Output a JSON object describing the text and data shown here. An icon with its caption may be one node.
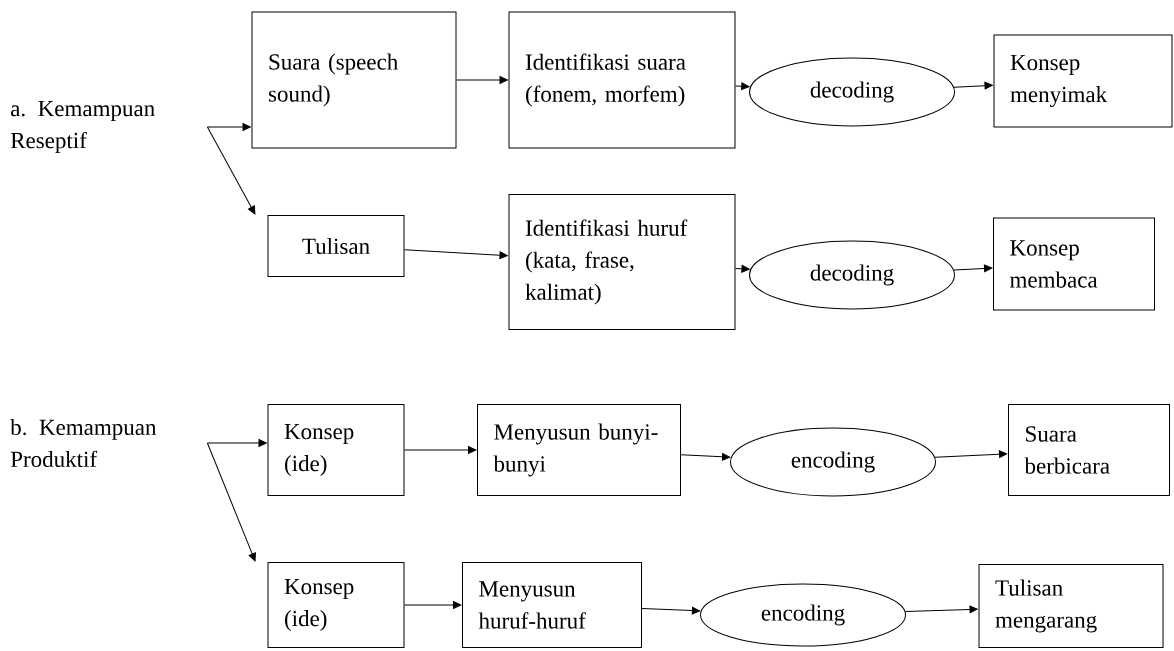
{
  "diagram": {
    "nodes": [
      {
        "text": [
          "a. Kemampuan Reseptif"
        ]
      },
      {
        "text": [
          "Suara (speech sound)"
        ]
      },
      {
        "text": [
          "Identifikasi suara (fonem, morfem)"
        ]
      },
      {
        "text": [
          "decoding"
        ]
      },
      {
        "text": [
          "Konsep menyimak"
        ]
      },
      {
        "text": [
          "Tulisan"
        ]
      },
      {
        "text": [
          "Identifikasi huruf (kata, frase, kalimat)"
        ]
      },
      {
        "text": [
          "decoding"
        ]
      },
      {
        "text": [
          "Konsep membaca"
        ]
      },
      {
        "text": [
          "b. Kemampuan Produktif"
        ]
      },
      {
        "text": [
          "Konsep (ide)"
        ]
      },
      {
        "text": [
          "Menyusun bunyi-bunyi"
        ]
      },
      {
        "text": [
          "encoding"
        ]
      },
      {
        "text": [
          "Suara berbicara"
        ]
      },
      {
        "text": [
          "Konsep (ide)"
        ]
      },
      {
        "text": [
          "Menyusun huruf-huruf"
        ]
      },
      {
        "text": [
          "encoding"
        ]
      },
      {
        "text": [
          "Tulisan mengarang"
        ]
      }
    ],
    "edges": [
      {
        "from": 0,
        "to": 1,
        "arrow": "to"
      },
      {
        "from": 0,
        "to": 5,
        "arrow": "to"
      },
      {
        "from": 1,
        "to": 2,
        "arrow": "to"
      },
      {
        "from": 2,
        "to": 3,
        "arrow": "to"
      },
      {
        "from": 3,
        "to": 4,
        "arrow": "to"
      },
      {
        "from": 5,
        "to": 6,
        "arrow": "to"
      },
      {
        "from": 6,
        "to": 7,
        "arrow": "to"
      },
      {
        "from": 7,
        "to": 8,
        "arrow": "to"
      },
      {
        "from": 9,
        "to": 10,
        "arrow": "to"
      },
      {
        "from": 9,
        "to": 14,
        "arrow": "to"
      },
      {
        "from": 10,
        "to": 11,
        "arrow": "to"
      },
      {
        "from": 11,
        "to": 12,
        "arrow": "to"
      },
      {
        "from": 12,
        "to": 13,
        "arrow": "to"
      },
      {
        "from": 14,
        "to": 15,
        "arrow": "to"
      },
      {
        "from": 15,
        "to": 16,
        "arrow": "to"
      },
      {
        "from": 16,
        "to": 17,
        "arrow": "to"
      }
    ]
  }
}
